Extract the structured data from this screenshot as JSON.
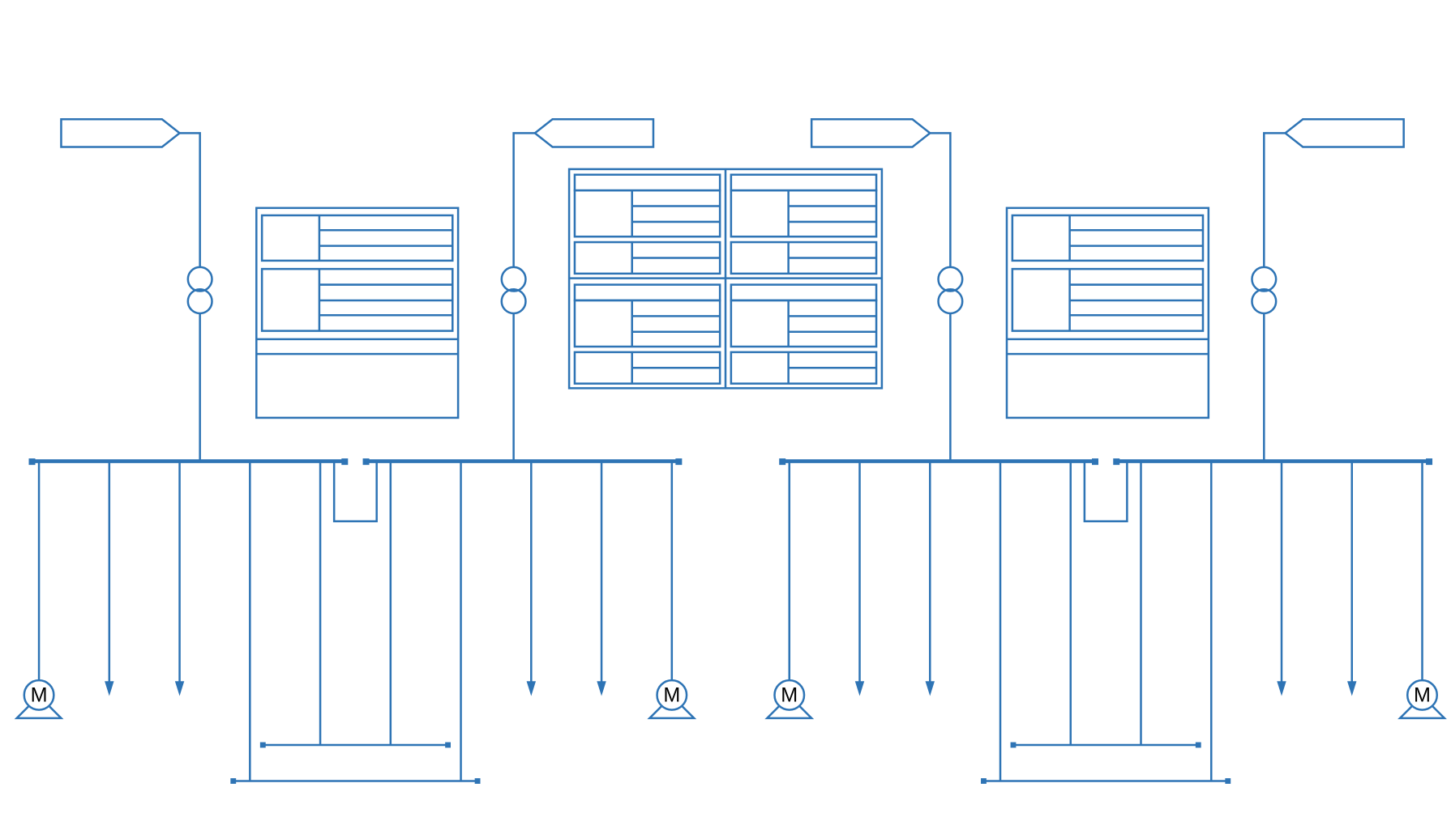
{
  "diagram": {
    "type": "electrical single-line diagram",
    "colors": {
      "line": "#2e74b5",
      "label": "#000000",
      "background": "#ffffff"
    },
    "motors": [
      {
        "label": "M"
      },
      {
        "label": "M"
      },
      {
        "label": "M"
      },
      {
        "label": "M"
      }
    ]
  }
}
